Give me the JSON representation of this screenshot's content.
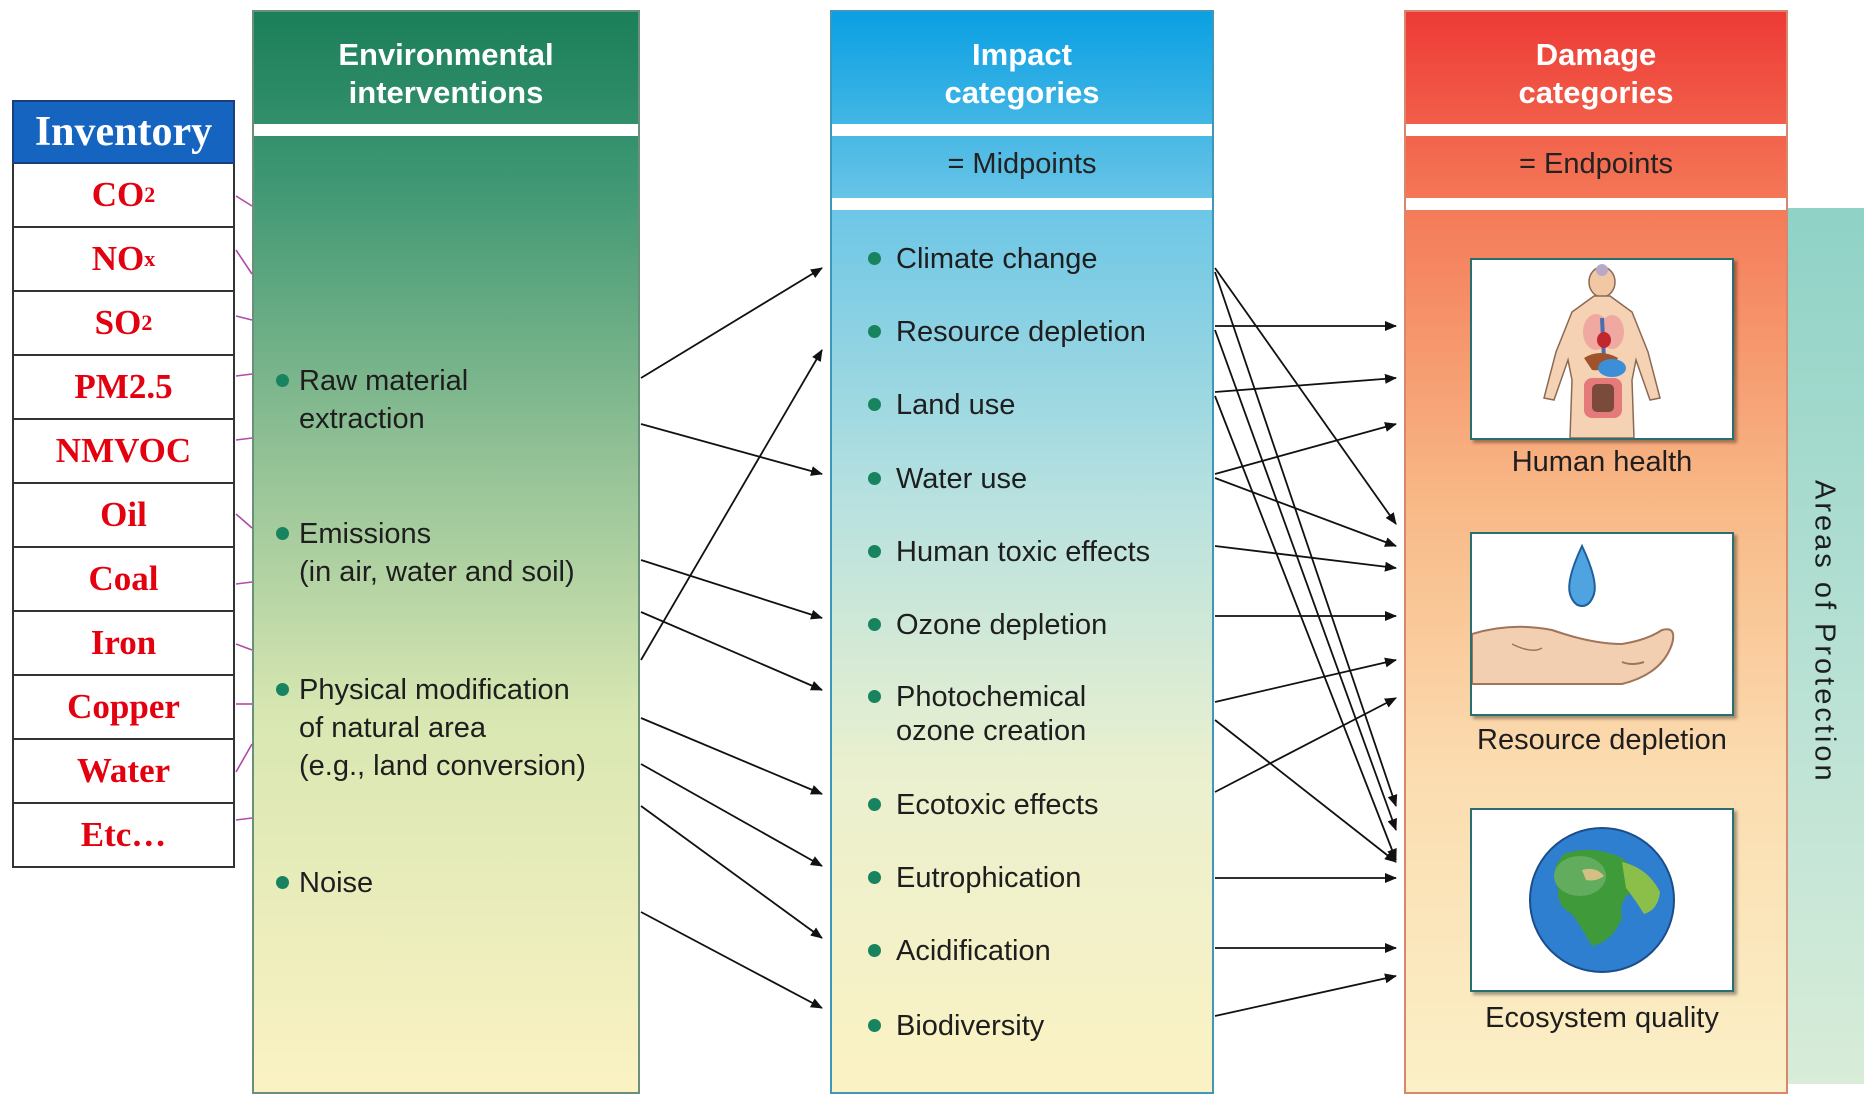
{
  "inventory": {
    "title": "Inventory",
    "items": [
      {
        "main": "CO",
        "sub": "2"
      },
      {
        "main": "NO",
        "sub": "x"
      },
      {
        "main": "SO",
        "sub": "2"
      },
      {
        "main": "PM2.5",
        "sub": ""
      },
      {
        "main": "NMVOC",
        "sub": ""
      },
      {
        "main": "Oil",
        "sub": ""
      },
      {
        "main": "Coal",
        "sub": ""
      },
      {
        "main": "Iron",
        "sub": ""
      },
      {
        "main": "Copper",
        "sub": ""
      },
      {
        "main": "Water",
        "sub": ""
      },
      {
        "main": "Etc…",
        "sub": ""
      }
    ]
  },
  "environmental": {
    "title_line1": "Environmental",
    "title_line2": "interventions",
    "items": [
      {
        "line1": "Raw material",
        "line2": "extraction",
        "line3": ""
      },
      {
        "line1": "Emissions",
        "line2": "(in air, water and soil)",
        "line3": ""
      },
      {
        "line1": "Physical modification",
        "line2": "of natural area",
        "line3": "(e.g., land conversion)"
      },
      {
        "line1": "Noise",
        "line2": "",
        "line3": ""
      }
    ]
  },
  "impact": {
    "title_line1": "Impact",
    "title_line2": "categories",
    "subtitle": "= Midpoints",
    "items": [
      {
        "line1": "Climate change",
        "line2": ""
      },
      {
        "line1": "Resource depletion",
        "line2": ""
      },
      {
        "line1": "Land use",
        "line2": ""
      },
      {
        "line1": "Water use",
        "line2": ""
      },
      {
        "line1": "Human toxic effects",
        "line2": ""
      },
      {
        "line1": "Ozone depletion",
        "line2": ""
      },
      {
        "line1": "Photochemical",
        "line2": "ozone creation"
      },
      {
        "line1": "Ecotoxic effects",
        "line2": ""
      },
      {
        "line1": "Eutrophication",
        "line2": ""
      },
      {
        "line1": "Acidification",
        "line2": ""
      },
      {
        "line1": "Biodiversity",
        "line2": ""
      }
    ]
  },
  "damage": {
    "title_line1": "Damage",
    "title_line2": "categories",
    "subtitle": "= Endpoints",
    "items": [
      {
        "label": "Human health",
        "icon": "human-body-icon"
      },
      {
        "label": "Resource depletion",
        "icon": "hand-water-drop-icon"
      },
      {
        "label": "Ecosystem quality",
        "icon": "earth-globe-icon"
      }
    ]
  },
  "areas_of_protection": "Areas of Protection",
  "colors": {
    "inventory_header": "#1565c0",
    "inventory_text": "#e3000f",
    "connector_lines": "#b04aa8",
    "bullet": "#17845f"
  }
}
